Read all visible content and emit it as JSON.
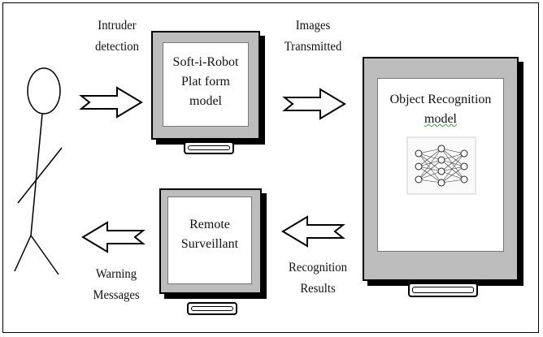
{
  "diagram": {
    "actor": {
      "icon": "stick-figure-icon"
    },
    "labels": {
      "intruder_detection": [
        "Intruder",
        "detection"
      ],
      "images_transmitted": [
        "Images",
        "Transmitted"
      ],
      "recognition_results": [
        "Recognition",
        "Results"
      ],
      "warning_messages": [
        "Warning",
        "Messages"
      ]
    },
    "nodes": {
      "robot_platform": [
        "Soft-i-Robot",
        "Plat form",
        "model"
      ],
      "object_recognition": [
        "Object Recognition",
        "model"
      ],
      "remote_surveillant": [
        "Remote",
        "Surveillant"
      ]
    },
    "icons": {
      "neural_network": "neural-network-icon",
      "arrow": "block-arrow-icon",
      "monitor": "monitor-icon"
    },
    "colors": {
      "monitor_case": "#bdbdbd",
      "outline": "#000000",
      "spellcheck_underline": "#3aa53a"
    }
  }
}
